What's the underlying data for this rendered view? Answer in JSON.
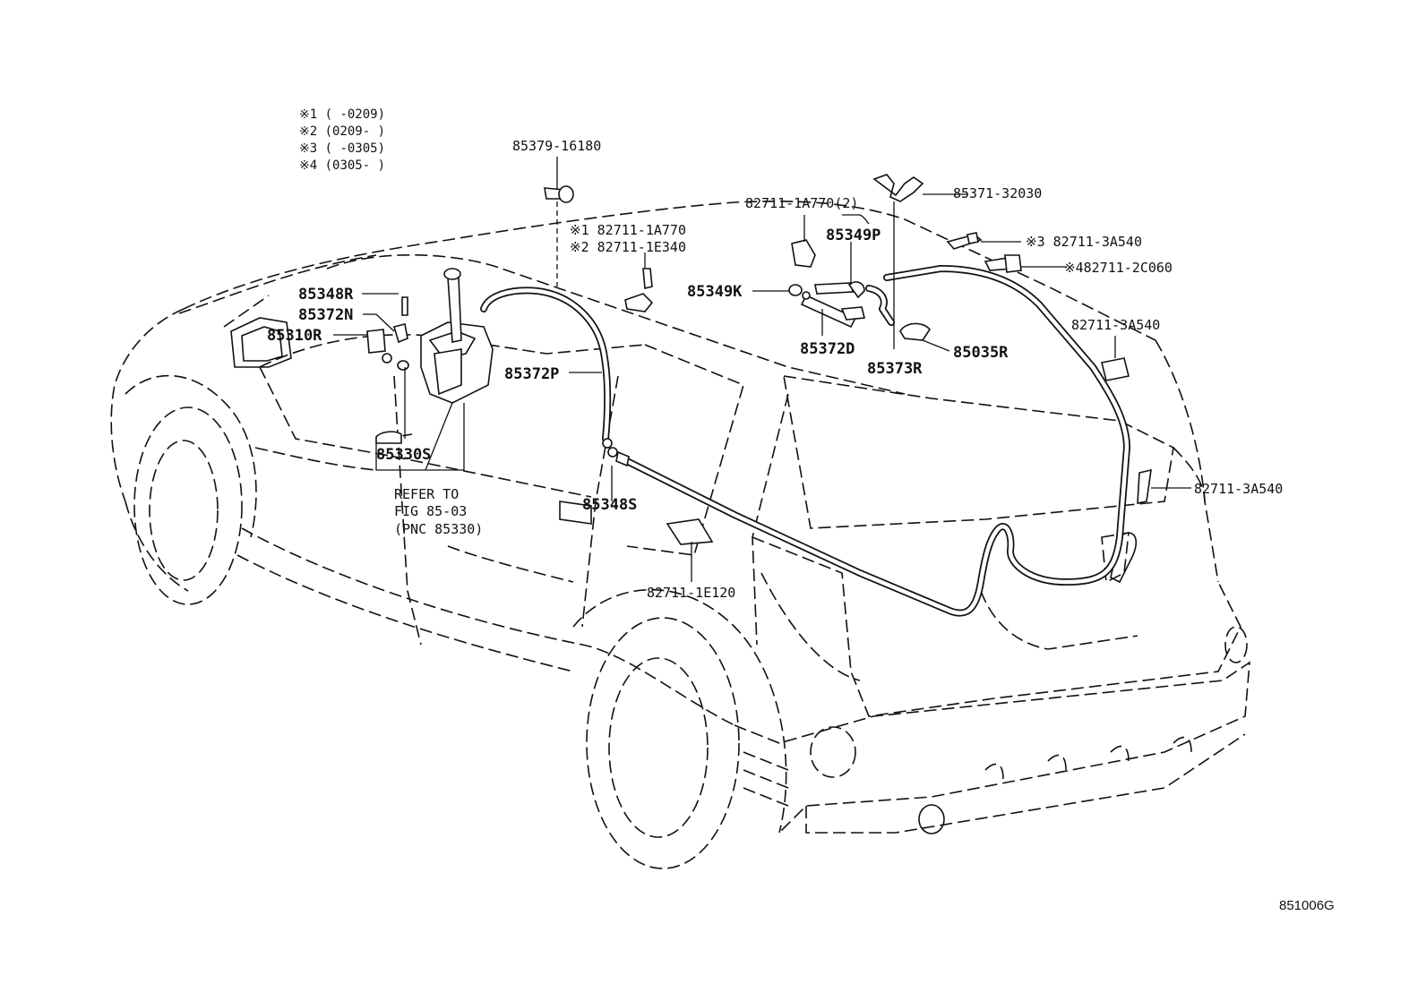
{
  "notes": [
    "※1 (     -0209)",
    "※2 (0209-     )",
    "※3 (     -0305)",
    "※4 (0305-     )"
  ],
  "parts": {
    "p85379": "85379-16180",
    "p1a770_note1": "※1 82711-1A770",
    "p1e340_note2": "※2 82711-1E340",
    "p1a770_2": "82711-1A770(2)",
    "p85371": "85371-32030",
    "p3a540_note3": "※3 82711-3A540",
    "p2c060_note4": "※482711-2C060",
    "p3a540_a": "82711-3A540",
    "p3a540_b": "82711-3A540",
    "p85348r": "85348R",
    "p85372n": "85372N",
    "p85310r": "85310R",
    "p85349p": "85349P",
    "p85349k": "85349K",
    "p85372d": "85372D",
    "p85035r": "85035R",
    "p85373r": "85373R",
    "p85372p": "85372P",
    "p85330s": "85330S",
    "p85348s": "85348S",
    "p1e120": "82711-1E120"
  },
  "refer": [
    "REFER TO",
    "FIG 85-03",
    "(PNC 85330)"
  ],
  "figure_id": "851006G"
}
